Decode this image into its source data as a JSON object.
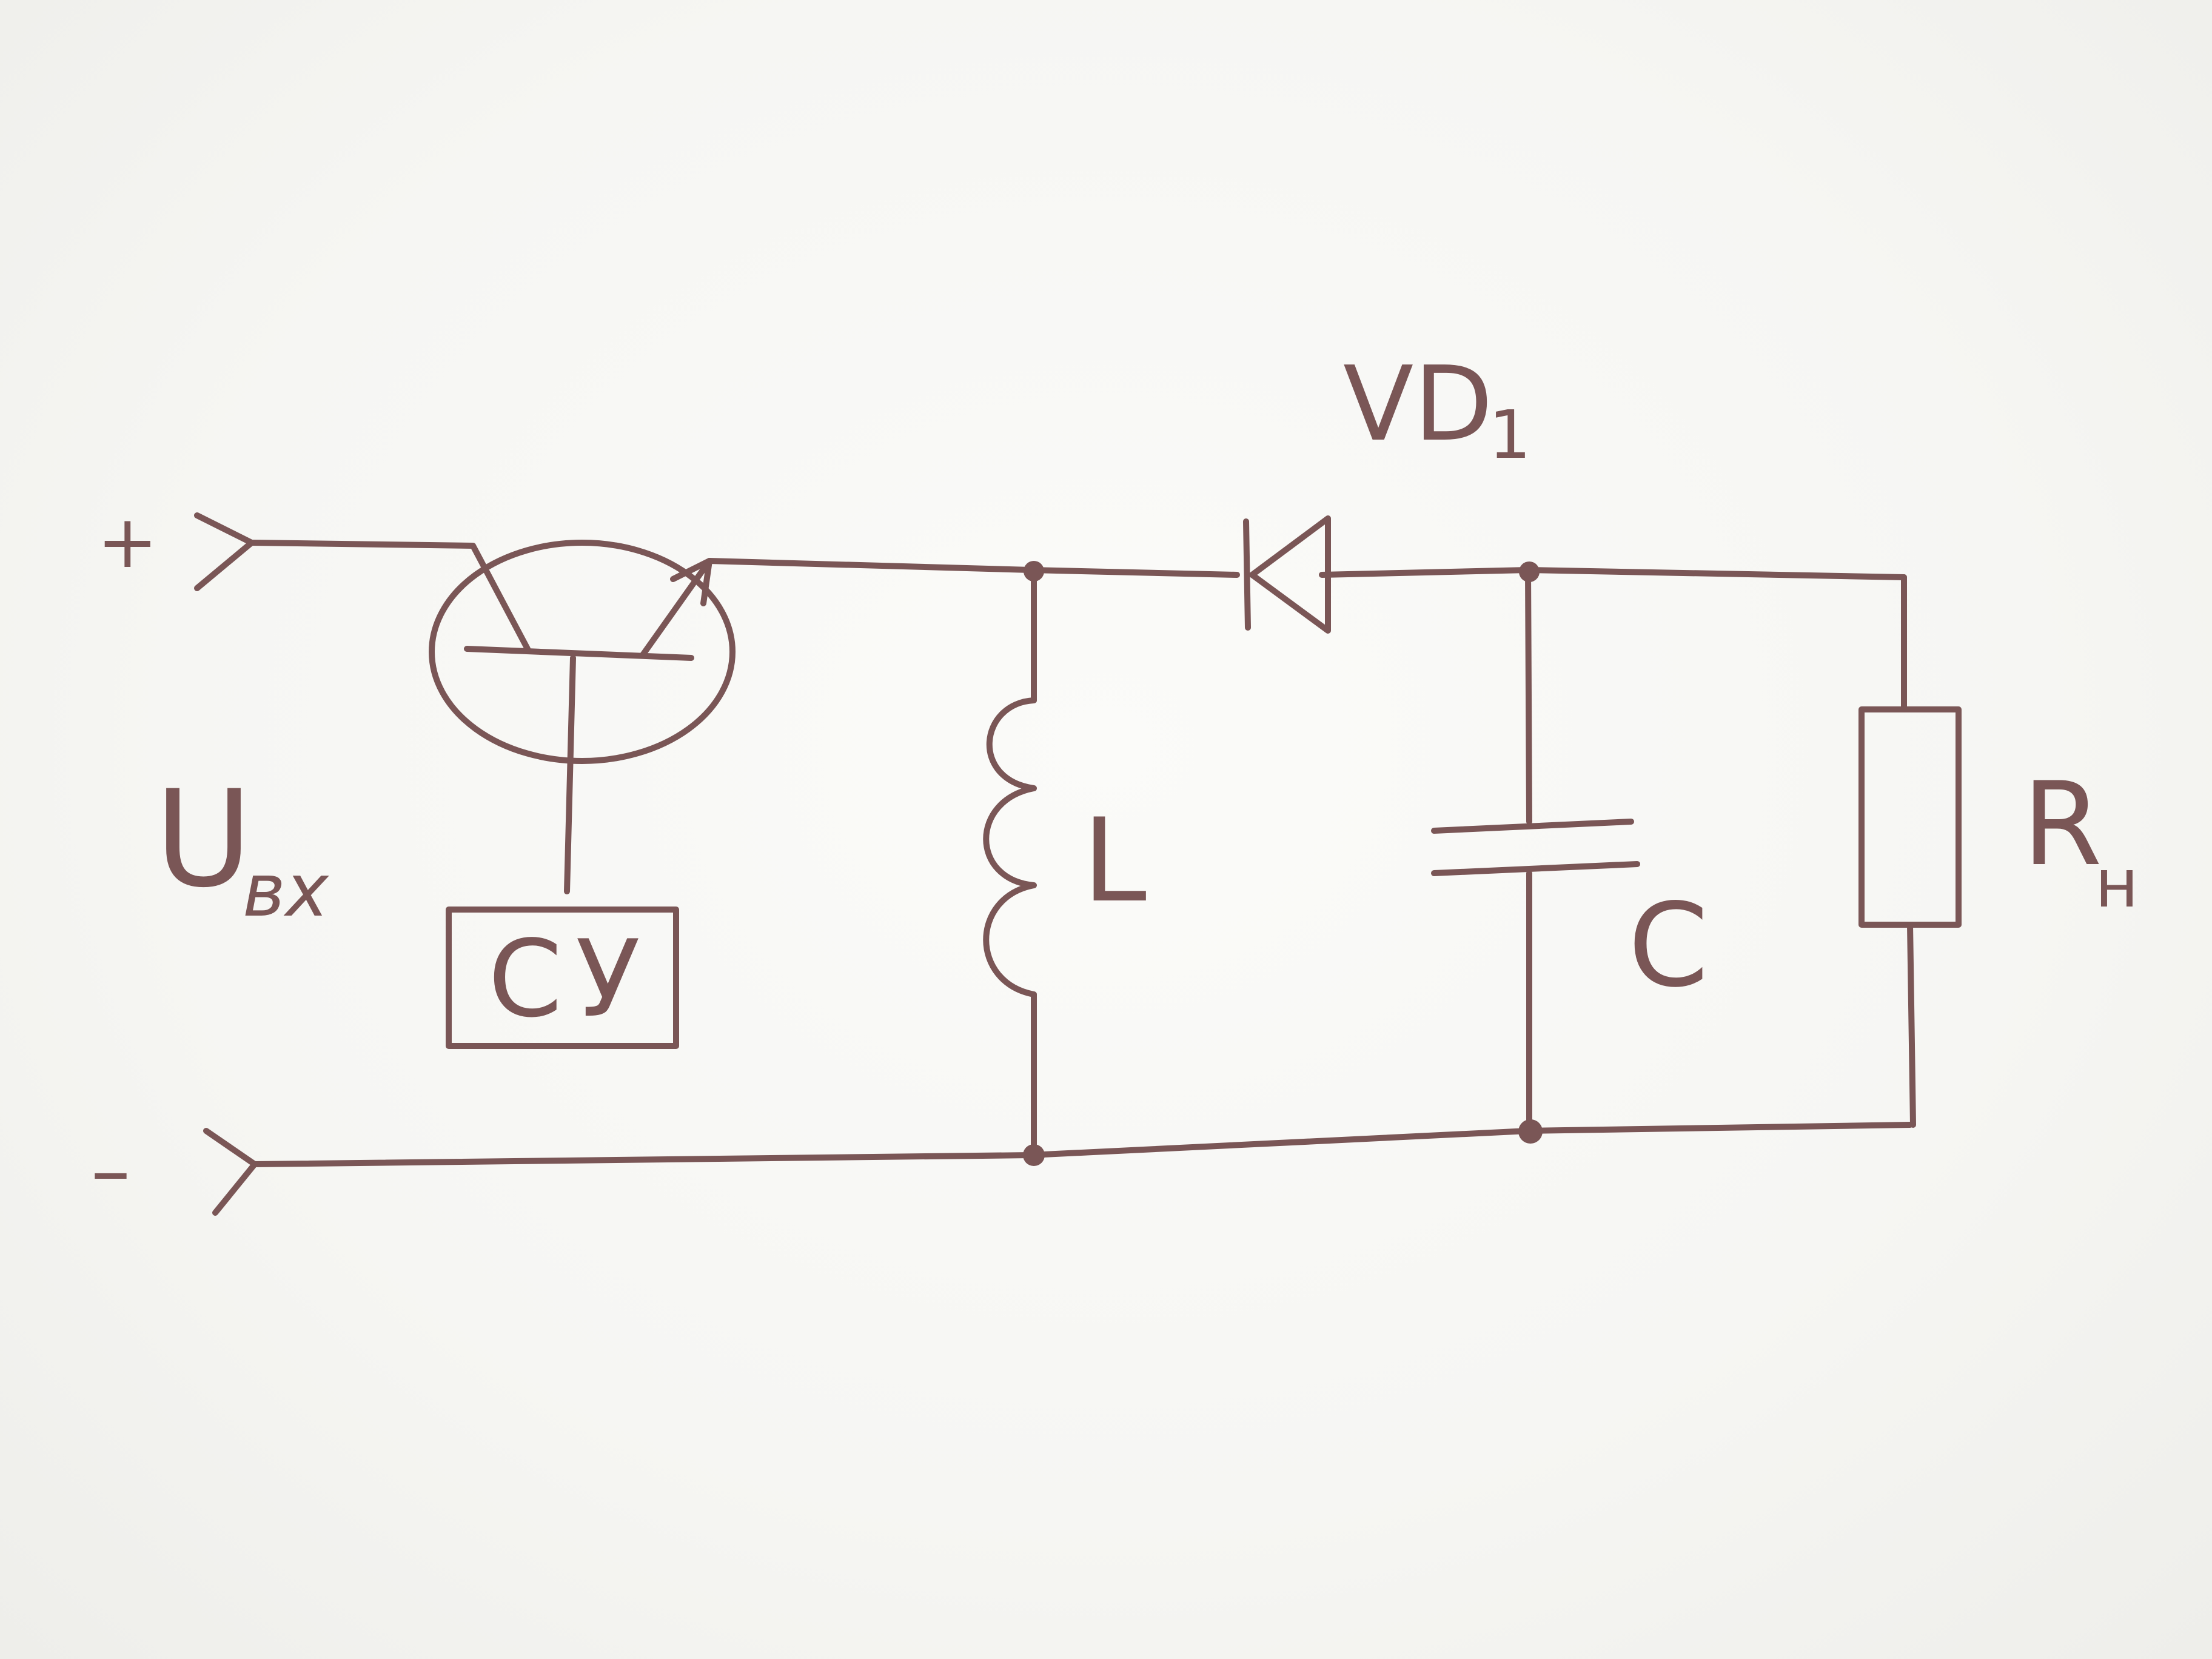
{
  "colors": {
    "ink": "#7a5656",
    "paper": "#f7f7f5"
  },
  "labels": {
    "plus": "+",
    "minus": "–",
    "input_voltage": "U",
    "input_voltage_sub": "вх",
    "control_unit": "СУ",
    "inductor": "L",
    "diode": "VD",
    "diode_sub": "1",
    "capacitor": "C",
    "load": "R",
    "load_sub": "н"
  }
}
